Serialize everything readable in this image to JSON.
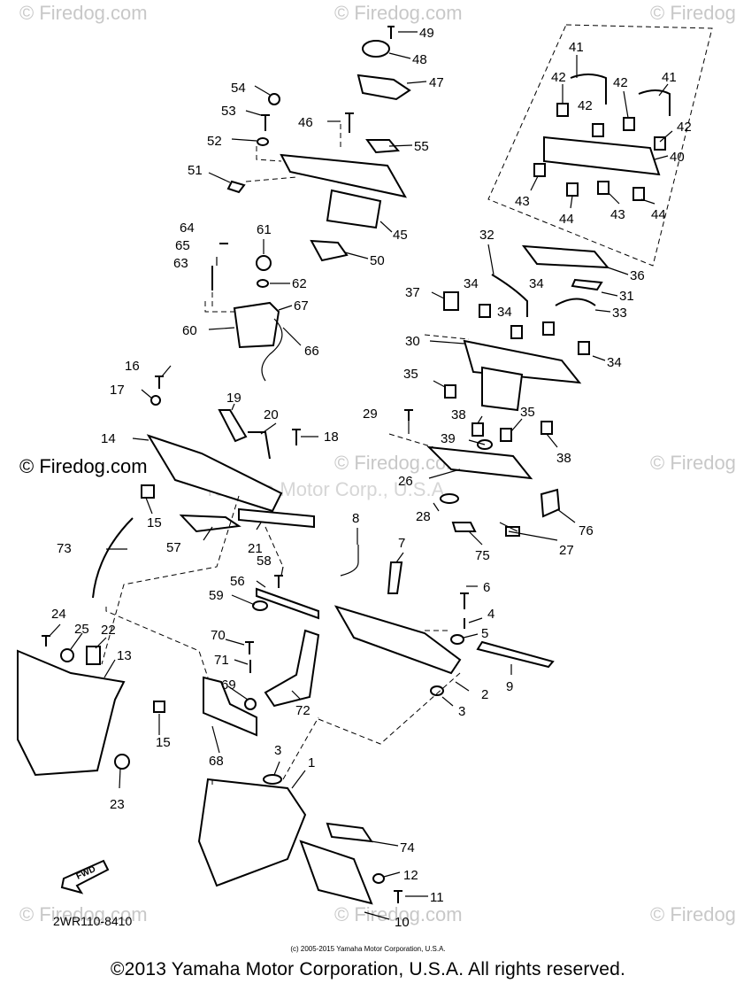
{
  "watermark": {
    "brand": "Firedog.com",
    "brand_symbol": "© Firedog.com",
    "center_text": "Yamaha Motor Corp., U.S.A."
  },
  "diagram": {
    "ref_code": "2WR110-8410",
    "fwd_label": "FWD",
    "small_copyright": "(c) 2005-2015 Yamaha Motor Corporation, U.S.A.",
    "callouts": [
      "1",
      "2",
      "3",
      "3",
      "4",
      "5",
      "6",
      "7",
      "8",
      "9",
      "10",
      "11",
      "12",
      "13",
      "14",
      "15",
      "15",
      "16",
      "17",
      "18",
      "19",
      "20",
      "21",
      "23",
      "22",
      "24",
      "25",
      "26",
      "27",
      "28",
      "29",
      "30",
      "31",
      "32",
      "33",
      "34",
      "34",
      "34",
      "34",
      "35",
      "35",
      "36",
      "37",
      "38",
      "38",
      "39",
      "40",
      "41",
      "41",
      "42",
      "42",
      "42",
      "42",
      "43",
      "43",
      "44",
      "44",
      "45",
      "46",
      "47",
      "48",
      "49",
      "50",
      "51",
      "52",
      "53",
      "54",
      "55",
      "56",
      "57",
      "58",
      "59",
      "60",
      "61",
      "62",
      "63",
      "64",
      "65",
      "66",
      "67",
      "68",
      "69",
      "70",
      "71",
      "72",
      "73",
      "74",
      "75",
      "76"
    ]
  },
  "footer": {
    "copyright": "©2013 Yamaha Motor Corporation, U.S.A. All rights reserved."
  },
  "colors": {
    "ink": "#000000",
    "watermark": "#c8c8c8",
    "background": "#ffffff"
  }
}
